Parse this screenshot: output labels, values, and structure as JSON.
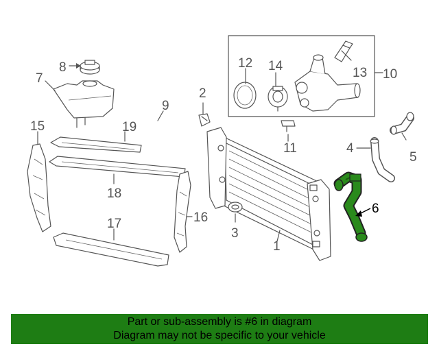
{
  "diagram": {
    "callouts": [
      {
        "id": "c1",
        "text": "1"
      },
      {
        "id": "c2",
        "text": "2"
      },
      {
        "id": "c3",
        "text": "3"
      },
      {
        "id": "c4",
        "text": "4"
      },
      {
        "id": "c5",
        "text": "5"
      },
      {
        "id": "c6",
        "text": "6"
      },
      {
        "id": "c7",
        "text": "7"
      },
      {
        "id": "c8",
        "text": "8"
      },
      {
        "id": "c9",
        "text": "9"
      },
      {
        "id": "c10",
        "text": "10"
      },
      {
        "id": "c11",
        "text": "11"
      },
      {
        "id": "c12",
        "text": "12"
      },
      {
        "id": "c13",
        "text": "13"
      },
      {
        "id": "c14",
        "text": "14"
      },
      {
        "id": "c15",
        "text": "15"
      },
      {
        "id": "c16",
        "text": "16"
      },
      {
        "id": "c17",
        "text": "17"
      },
      {
        "id": "c18",
        "text": "18"
      },
      {
        "id": "c19",
        "text": "19"
      }
    ],
    "highlight_color": "#2a8a1c",
    "line_color": "#555555"
  },
  "banner": {
    "line1": "Part or sub-assembly is #6 in diagram",
    "line2": "Diagram may not be specific to your vehicle",
    "background": "#1e7d14"
  }
}
